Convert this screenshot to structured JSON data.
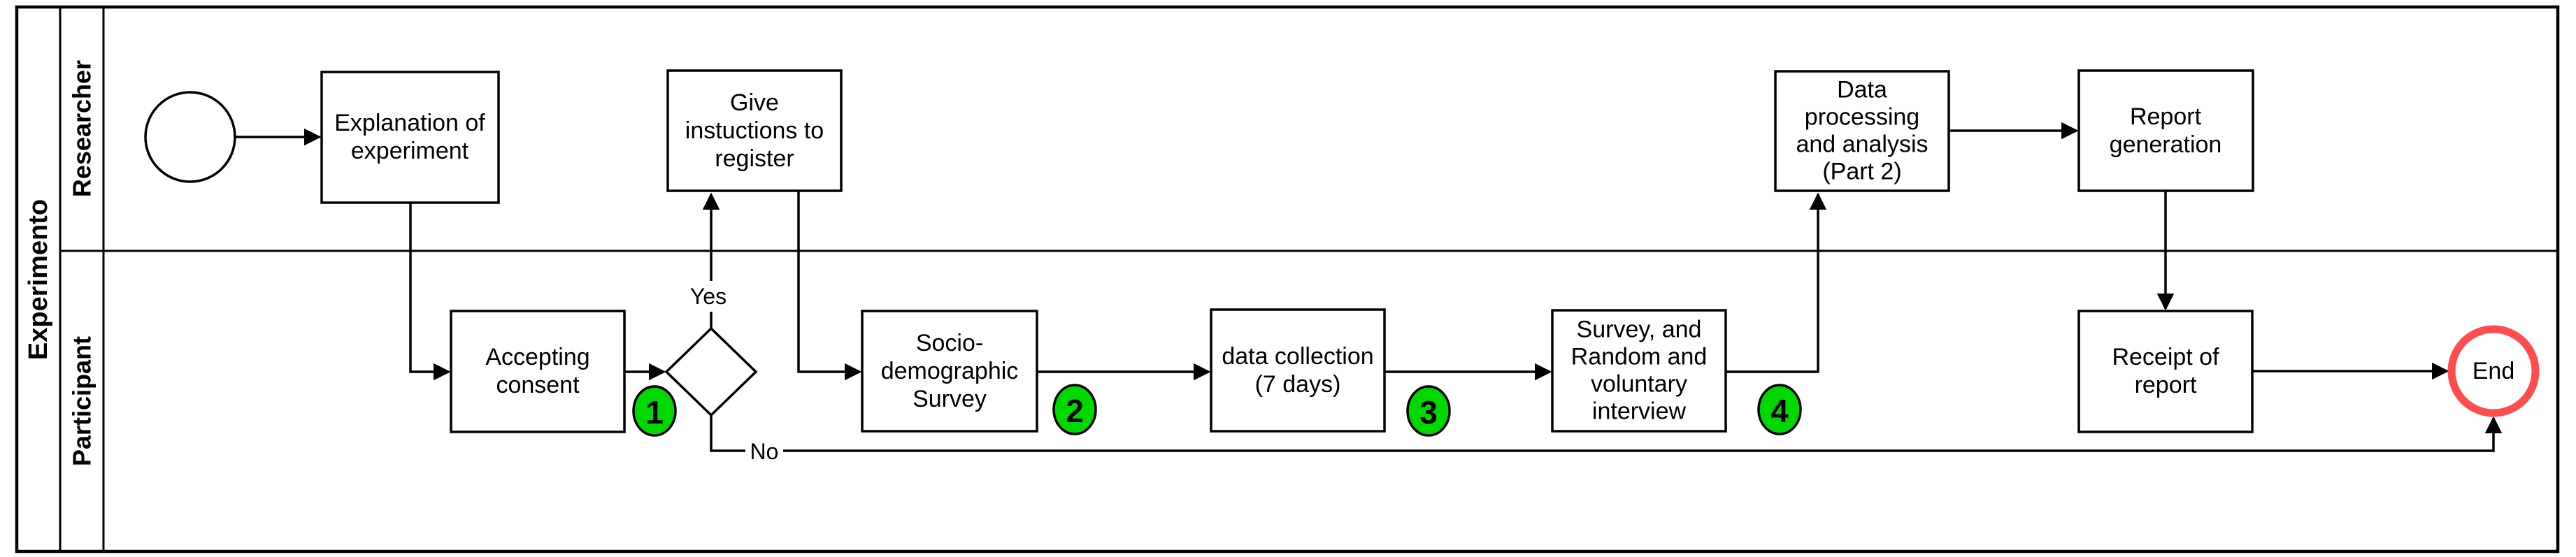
{
  "diagram": {
    "pool": {
      "title": "Experimento"
    },
    "lanes": [
      {
        "name": "Researcher"
      },
      {
        "name": "Participant"
      }
    ],
    "nodes": {
      "start": {
        "type": "start-event"
      },
      "explanation": {
        "label": "Explanation of\nexperiment"
      },
      "give_instructions": {
        "label": "Give\ninstuctions to\nregister"
      },
      "data_processing": {
        "label": "Data\nprocessing\nand analysis\n(Part 2)"
      },
      "report_generation": {
        "label": "Report\ngeneration"
      },
      "accepting_consent": {
        "label": "Accepting\nconsent"
      },
      "gateway": {
        "type": "exclusive-gateway"
      },
      "socio_survey": {
        "label": "Socio-\ndemographic\nSurvey"
      },
      "data_collection": {
        "label": "data collection\n(7 days)"
      },
      "survey_interview": {
        "label": "Survey, and\nRandom and\nvoluntary\ninterview"
      },
      "receipt_report": {
        "label": "Receipt of\nreport"
      },
      "end": {
        "type": "end-event",
        "label": "End"
      }
    },
    "edges": {
      "yes": {
        "label": "Yes"
      },
      "no": {
        "label": "No"
      }
    },
    "badges": [
      {
        "n": "1"
      },
      {
        "n": "2"
      },
      {
        "n": "3"
      },
      {
        "n": "4"
      }
    ],
    "colors": {
      "badge_green": "#00d900",
      "end_red": "#ff4d4d",
      "line": "#000000"
    }
  }
}
